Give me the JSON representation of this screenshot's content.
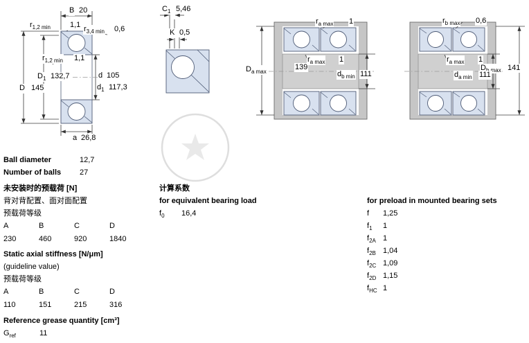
{
  "dims": {
    "B": {
      "base": "B",
      "sub": "",
      "value": "20"
    },
    "r12_top": {
      "base": "r",
      "sub": "1,2 min",
      "value": "1,1"
    },
    "r34": {
      "base": "r",
      "sub": "3,4 min",
      "value": "0,6"
    },
    "r12_mid": {
      "base": "r",
      "sub": "1,2 min",
      "value": "1,1"
    },
    "D1": {
      "base": "D",
      "sub": "1",
      "value": "132,7"
    },
    "D": {
      "base": "D",
      "sub": "",
      "value": "145"
    },
    "d": {
      "base": "d",
      "sub": "",
      "value": "105"
    },
    "d1": {
      "base": "d",
      "sub": "1",
      "value": "117,3"
    },
    "a": {
      "base": "a",
      "sub": "",
      "value": "26,8"
    },
    "C1": {
      "base": "C",
      "sub": "1",
      "value": "5,46"
    },
    "K": {
      "base": "K",
      "sub": "",
      "value": "0,5"
    },
    "ra_top3": {
      "base": "r",
      "sub": "a max",
      "value": "1"
    },
    "Da": {
      "base": "D",
      "sub": "a max",
      "value": "139"
    },
    "ra_mid3": {
      "base": "r",
      "sub": "a max",
      "value": "1"
    },
    "db": {
      "base": "d",
      "sub": "b min",
      "value": "111"
    },
    "rb_top4": {
      "base": "r",
      "sub": "b max",
      "value": "0,6"
    },
    "ra_mid4": {
      "base": "r",
      "sub": "a max",
      "value": "1"
    },
    "Db": {
      "base": "D",
      "sub": "b max",
      "value": "141"
    },
    "da": {
      "base": "d",
      "sub": "a min",
      "value": "111"
    }
  },
  "specs": {
    "ball_diameter": {
      "label": "Ball diameter",
      "value": "12,7"
    },
    "number_of_balls": {
      "label": "Number of balls",
      "value": "27"
    },
    "preload_unmounted": {
      "title": "未安装时的预载荷 [N]",
      "config": "背对背配置、面对面配置",
      "class_label": "预载荷等级",
      "columns": [
        "A",
        "B",
        "C",
        "D"
      ],
      "values": [
        "230",
        "460",
        "920",
        "1840"
      ]
    },
    "static_axial_stiffness": {
      "title": "Static axial stiffness [N/μm]",
      "note": "(guideline value)",
      "class_label": "预载荷等级",
      "columns": [
        "A",
        "B",
        "C",
        "D"
      ],
      "values": [
        "110",
        "151",
        "215",
        "316"
      ]
    },
    "reference_grease": {
      "title": "Reference grease quantity [cm³]",
      "symbol": {
        "base": "G",
        "sub": "ref"
      },
      "value": "11"
    }
  },
  "factors": {
    "title": "计算系数",
    "equivalent_load_title": "for equivalent bearing load",
    "f0": {
      "base": "f",
      "sub": "0",
      "value": "16,4"
    },
    "preload_sets_title": "for preload in mounted bearing sets",
    "rows": [
      {
        "base": "f",
        "sub": "",
        "value": "1,25"
      },
      {
        "base": "f",
        "sub": "1",
        "value": "1"
      },
      {
        "base": "f",
        "sub": "2A",
        "value": "1"
      },
      {
        "base": "f",
        "sub": "2B",
        "value": "1,04"
      },
      {
        "base": "f",
        "sub": "2C",
        "value": "1,09"
      },
      {
        "base": "f",
        "sub": "2D",
        "value": "1,15"
      },
      {
        "base": "f",
        "sub": "HC",
        "value": "1"
      }
    ]
  }
}
